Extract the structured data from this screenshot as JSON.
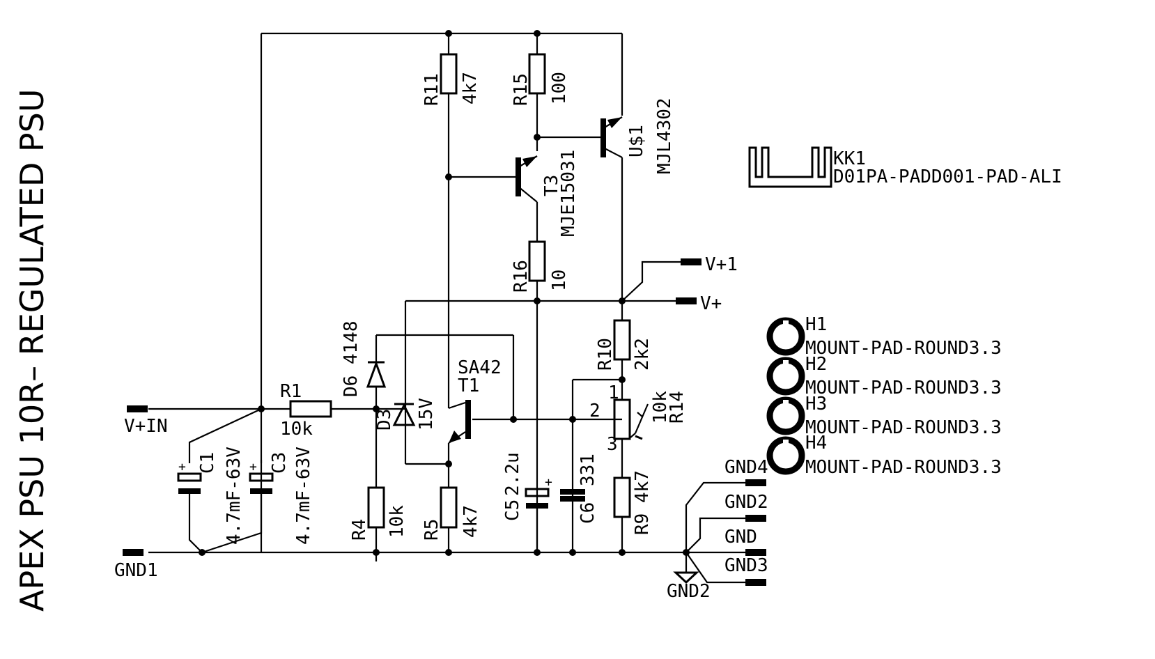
{
  "title": "APEX PSU 10R– REGULATED PSU",
  "labels": {
    "r11_name": "R11",
    "r11_value": "4k7",
    "r15_name": "R15",
    "r15_value": "100",
    "u1_name": "U$1",
    "u1_value": "MJL4302",
    "t3_name": "T3",
    "t3_value": "MJE15031",
    "r16_name": "R16",
    "r16_value": "10",
    "kk1_name": "KK1",
    "kk1_value": "D01PA-PADD001-PAD-ALI",
    "vp1": "V+1",
    "vp": "V+",
    "r10_name": "R10",
    "r10_value": "2k2",
    "r14_name": "R14",
    "r14_value": "10k",
    "pin1": "1",
    "pin2": "2",
    "pin3": "3",
    "d6": "D6 4148",
    "sa42": "SA42",
    "t1": "T1",
    "d3": "D3",
    "d3_value": "15V",
    "r1_name": "R1",
    "r1_value": "10k",
    "vin": "V+IN",
    "c1_name": "C1",
    "c1_value": "4.7mF-63V",
    "c3_name": "C3",
    "c3_value": "4.7mF-63V",
    "r4_name": "R4",
    "r4_value": "10k",
    "r5_name": "R5",
    "r5_value": "4k7",
    "c5_name": "C5",
    "c5_value": "2.2u",
    "c6_name": "C6",
    "c6_value": "331",
    "r9_name": "R9",
    "r9_value": "4k7",
    "gnd1": "GND1",
    "gnd4": "GND4",
    "gnd2a": "GND2",
    "gnd": "GND",
    "gnd3": "GND3",
    "gnd2b": "GND2",
    "h1": "H1",
    "h2": "H2",
    "h3": "H3",
    "h4": "H4",
    "mp1": "MOUNT-PAD-ROUND3.3",
    "mp2": "MOUNT-PAD-ROUND3.3",
    "mp3": "MOUNT-PAD-ROUND3.3",
    "mp4": "MOUNT-PAD-ROUND3.3"
  }
}
